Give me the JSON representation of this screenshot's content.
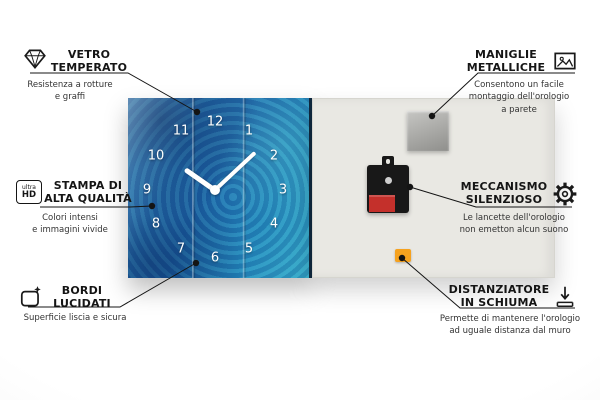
{
  "product": {
    "clock_numbers": [
      "12",
      "1",
      "2",
      "3",
      "4",
      "5",
      "6",
      "7",
      "8",
      "9",
      "10",
      "11"
    ]
  },
  "callouts": {
    "vetro": {
      "title": "VETRO\nTEMPERATO",
      "desc": "Resistenza a rotture\ne graffi"
    },
    "stampa": {
      "title": "STAMPA DI\nALTA QUALITÀ",
      "desc": "Colori intensi\ne immagini vivide"
    },
    "bordi": {
      "title": "BORDI\nLUCIDATI",
      "desc": "Superficie liscia e sicura"
    },
    "maniglie": {
      "title": "MANIGLIE\nMETALLICHE",
      "desc": "Consentono un facile\nmontaggio dell'orologio\na parete"
    },
    "meccanismo": {
      "title": "MECCANISMO\nSILENZIOSO",
      "desc": "Le lancette dell'orologio\nnon emetton alcun suono"
    },
    "distanziatore": {
      "title": "DISTANZIATORE\nIN SCHIUMA",
      "desc": "Permette di mantenere l'orologio\nad uguale distanza dal muro"
    }
  },
  "icons": {
    "ultra_hd": {
      "line1": "ultra",
      "line2": "HD"
    }
  },
  "colors": {
    "accent_foam": "#f6a21e",
    "battery_red": "#c4302b",
    "front_blue": "#1d66ad",
    "line_black": "#141414"
  }
}
